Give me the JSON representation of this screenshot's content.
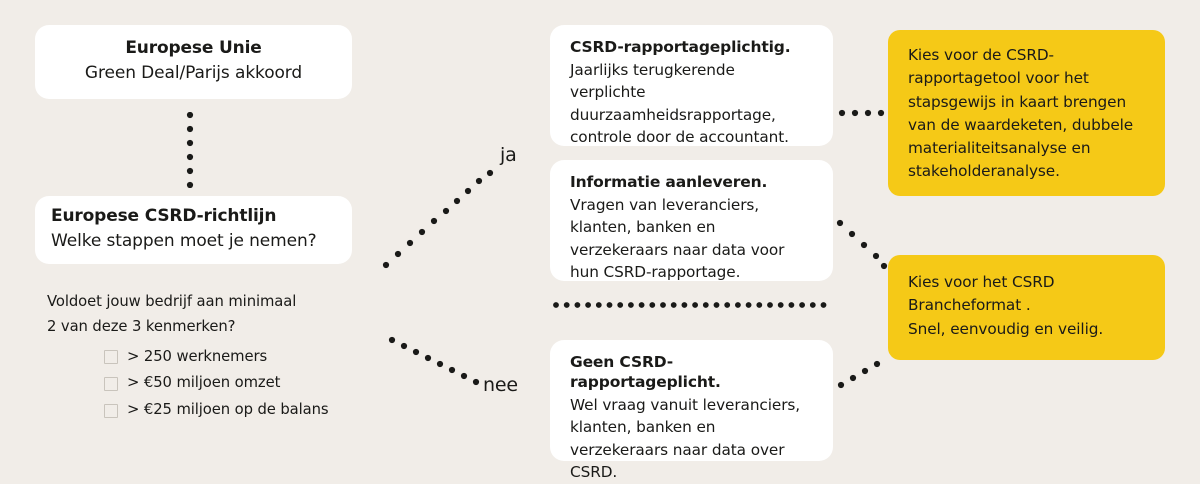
{
  "theme": {
    "background": "#F1EDE8",
    "card_background": "#FFFFFF",
    "accent_yellow": "#F5C917",
    "text": "#1A1A18",
    "checkbox_border": "#C9C4BC",
    "dot_color": "#1A1A18"
  },
  "left_column": {
    "eu_card": {
      "title": "Europese Unie",
      "subtitle": "Green Deal/Parijs akkoord"
    },
    "csrd_card": {
      "title": "Europese CSRD-richtlijn",
      "subtitle": "Welke stappen moet je nemen?"
    },
    "criteria": {
      "question_line_1": "Voldoet jouw bedrijf aan minimaal",
      "question_line_2": "2 van deze 3 kenmerken?",
      "items": [
        {
          "label": "> 250 werknemers",
          "checked": false
        },
        {
          "label": "> €50 miljoen omzet",
          "checked": false
        },
        {
          "label": "> €25 miljoen op de balans",
          "checked": false
        }
      ]
    }
  },
  "branches": {
    "yes_label": "ja",
    "no_label": "nee"
  },
  "middle_column": [
    {
      "title": "CSRD-rapportageplichtig.",
      "body": "Jaarlijks terugkerende verplichte duurzaamheidsrapportage, controle door de accountant."
    },
    {
      "title": "Informatie aanleveren.",
      "body": "Vragen van leveranciers, klanten, banken en verzekeraars naar data voor hun CSRD-rapportage."
    },
    {
      "title": "Geen CSRD-rapportageplicht.",
      "body": "Wel vraag vanuit leveranciers, klanten, banken en verzekeraars naar data over CSRD."
    }
  ],
  "right_column": [
    {
      "body": "Kies voor de  CSRD-rapportagetool voor het stapsgewijs in kaart brengen van de waardeketen, dubbele materialiteitsanalyse en stakeholderanalyse."
    },
    {
      "body_line_1": "Kies voor het CSRD",
      "body_line_2": "Brancheformat .",
      "body_line_3": "Snel, eenvoudig en veilig."
    }
  ]
}
